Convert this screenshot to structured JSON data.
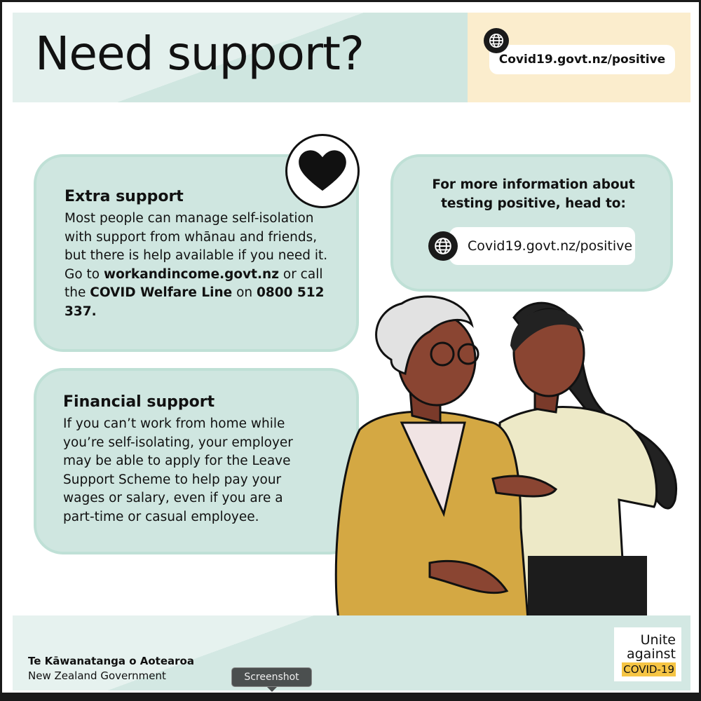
{
  "header": {
    "title": "Need support?",
    "url": "Covid19.govt.nz/positive",
    "icon": "globe-icon"
  },
  "extra": {
    "heading": "Extra support",
    "text1": "Most people can manage self-isolation with support from whānau and friends, but there is help available if you need it. Go to ",
    "link": "workandincome.govt.nz",
    "text2": " or call the ",
    "line": "COVID Welfare Line",
    "text3": " on ",
    "phone": "0800 512 337.",
    "icon": "heart-icon"
  },
  "financial": {
    "heading": "Financial support",
    "text": "If you can’t work from home while you’re self-isolating, your employer may be able to apply for the Leave Support Scheme to help pay your wages or salary, even if you are a part-time or casual employee."
  },
  "info": {
    "heading": "For more information about testing positive, head to:",
    "url": "Covid19.govt.nz/positive"
  },
  "footer": {
    "gov_maori": "Te Kāwanatanga o Aotearoa",
    "gov_english": "New Zealand Government",
    "logo": {
      "line1": "Unite",
      "line2": "against",
      "line3": "COVID-19"
    }
  },
  "tooltip": "Screenshot",
  "colors": {
    "teal": "#cfe6e0",
    "cream": "#fbedcd",
    "covid_yellow": "#f6c544"
  }
}
